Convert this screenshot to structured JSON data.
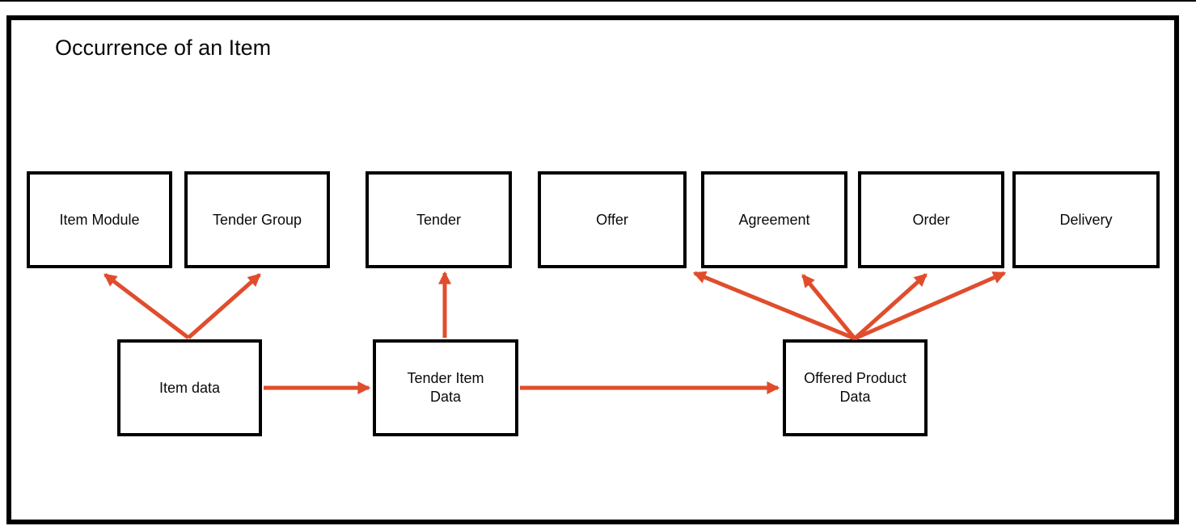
{
  "title": "Occurrence of an Item",
  "colors": {
    "arrow": "#E04D2D",
    "border": "#000000",
    "background": "#FFFFFF",
    "text": "#0A0A0A"
  },
  "diagram": {
    "type": "flow-diagram",
    "nodes": {
      "top_row": [
        {
          "id": "item-module",
          "label": "Item Module"
        },
        {
          "id": "tender-group",
          "label": "Tender Group"
        },
        {
          "id": "tender",
          "label": "Tender"
        },
        {
          "id": "offer",
          "label": "Offer"
        },
        {
          "id": "agreement",
          "label": "Agreement"
        },
        {
          "id": "order",
          "label": "Order"
        },
        {
          "id": "delivery",
          "label": "Delivery"
        }
      ],
      "bottom_row": [
        {
          "id": "item-data",
          "label": "Item data"
        },
        {
          "id": "tender-item-data",
          "label": "Tender Item Data"
        },
        {
          "id": "offered-product-data",
          "label": "Offered Product Data"
        }
      ]
    },
    "edges": [
      {
        "from": "item-data",
        "to": "item-module"
      },
      {
        "from": "item-data",
        "to": "tender-group"
      },
      {
        "from": "item-data",
        "to": "tender-item-data"
      },
      {
        "from": "tender-item-data",
        "to": "tender"
      },
      {
        "from": "tender-item-data",
        "to": "offered-product-data"
      },
      {
        "from": "offered-product-data",
        "to": "offer"
      },
      {
        "from": "offered-product-data",
        "to": "agreement"
      },
      {
        "from": "offered-product-data",
        "to": "order"
      },
      {
        "from": "offered-product-data",
        "to": "delivery"
      }
    ]
  }
}
